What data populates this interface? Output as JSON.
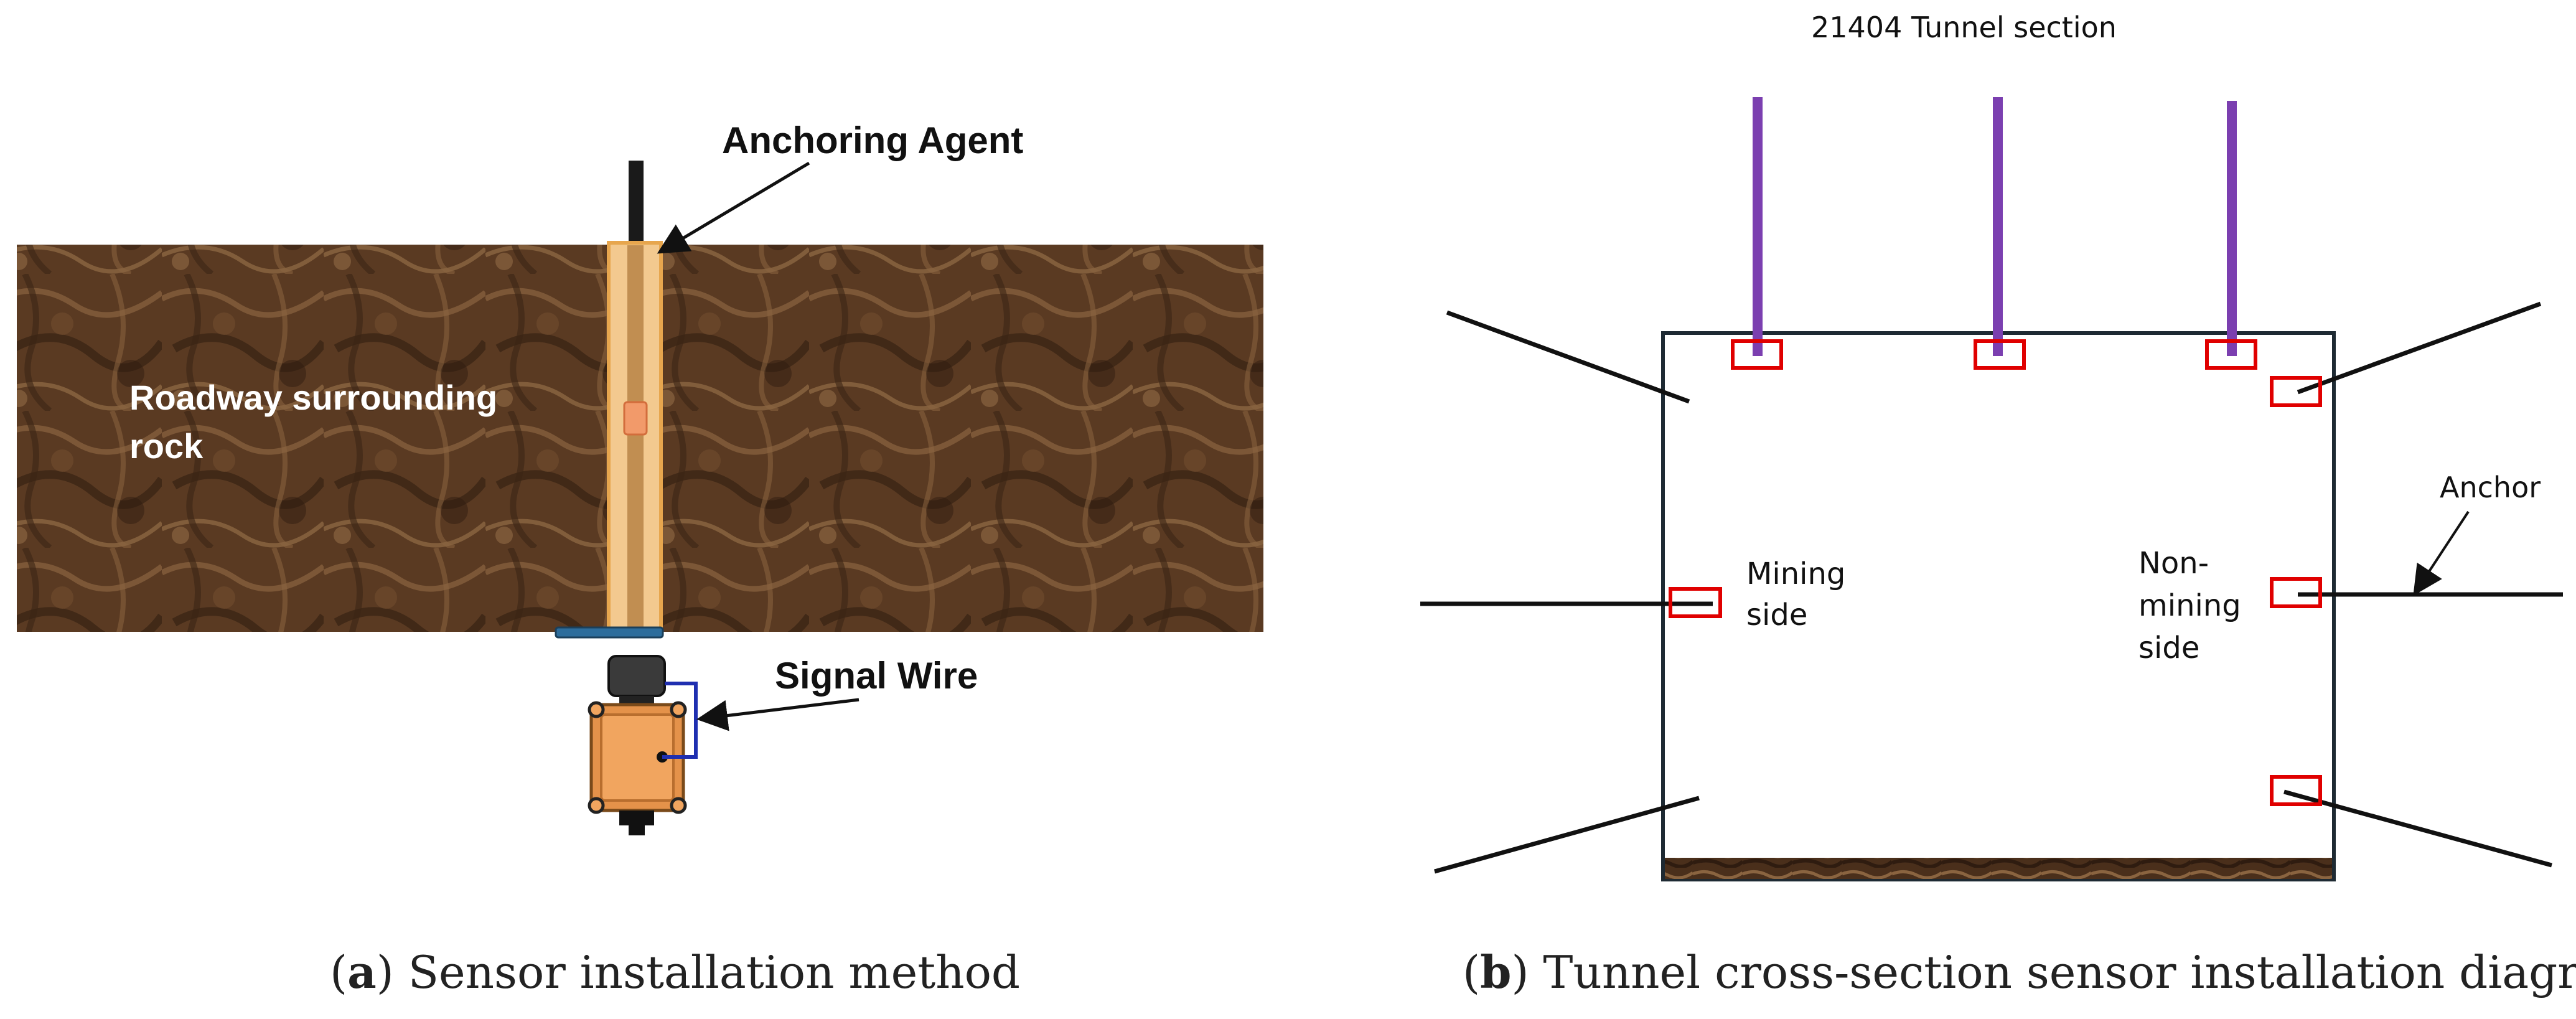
{
  "panel_a": {
    "labels": {
      "anchoring_agent": "Anchoring Agent",
      "rock_line1": "Roadway surrounding",
      "rock_line2": "rock",
      "signal_wire": "Signal Wire"
    },
    "caption": {
      "letter": "a",
      "open": "(",
      "close": ")",
      "text": " Sensor installation method"
    }
  },
  "panel_b": {
    "labels": {
      "title": "21404 Tunnel section",
      "mining_line1": "Mining",
      "mining_line2": "side",
      "nonmining_line1": "Non-",
      "nonmining_line2": "mining",
      "nonmining_line3": "side",
      "anchor": "Anchor"
    },
    "caption": {
      "letter": "b",
      "open": "(",
      "close": ")",
      "text": " Tunnel cross-section sensor installation diagram"
    }
  },
  "colors": {
    "rock_base": "#5a3a22",
    "rock_dark": "#3b2414",
    "rock_light": "#8a6440",
    "bolt": "#1a1a1a",
    "borehole": "#f3c98f",
    "sensor_orange": "#e4924a",
    "signal_wire": "#1f2fb0",
    "sensor_box_red": "#e00000",
    "roof_bolt_purple": "#7b3fb0",
    "tunnel_outline": "#1e2a33"
  }
}
